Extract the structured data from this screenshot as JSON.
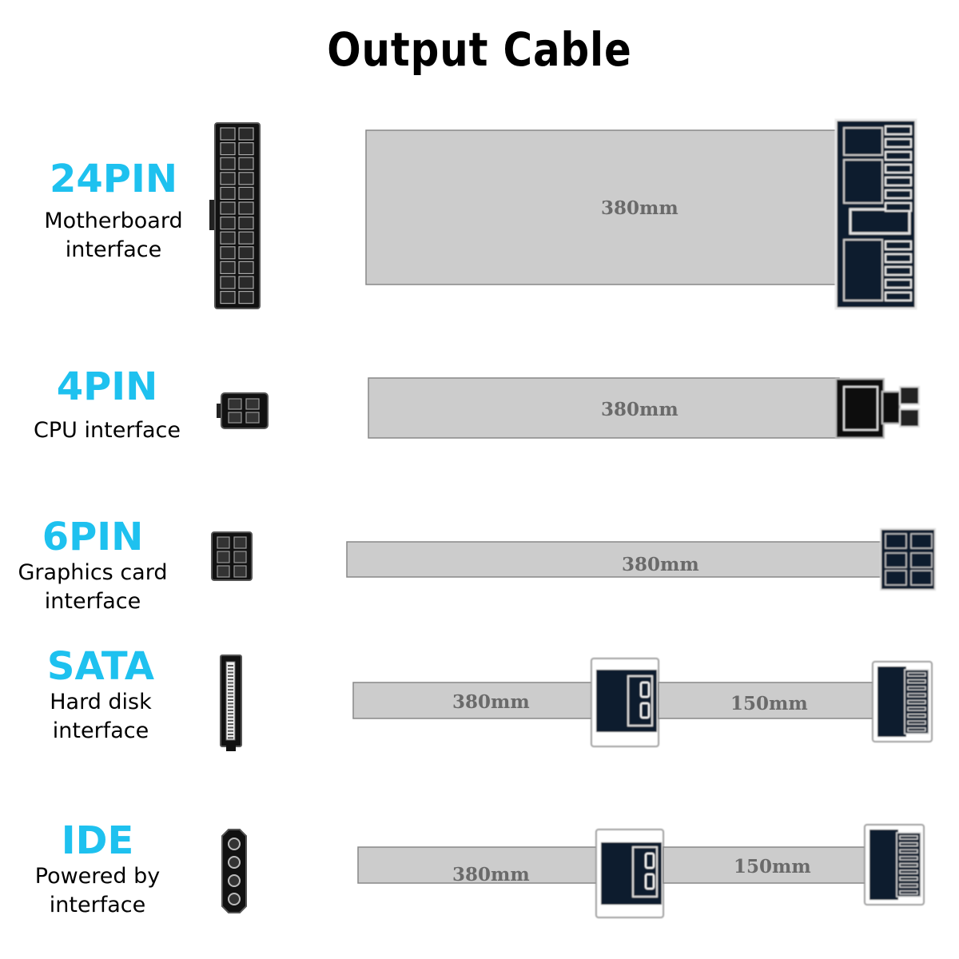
{
  "title": "Output  Cable",
  "colors": {
    "pin_name": "#1ec1ef",
    "cable": "#cccccc",
    "connector": "#0d1a2e"
  },
  "rows": [
    {
      "id": "24pin",
      "name": "24PIN",
      "description": "Motherboard\ninterface",
      "segments": [
        "380mm"
      ]
    },
    {
      "id": "4pin",
      "name": "4PIN",
      "description": "CPU interface",
      "segments": [
        "380mm"
      ]
    },
    {
      "id": "6pin",
      "name": "6PIN",
      "description": "Graphics card\ninterface",
      "segments": [
        "380mm"
      ]
    },
    {
      "id": "sata",
      "name": "SATA",
      "description": "Hard disk\ninterface",
      "segments": [
        "380mm",
        "150mm"
      ]
    },
    {
      "id": "ide",
      "name": "IDE",
      "description": "Powered by\ninterface",
      "segments": [
        "380mm",
        "150mm"
      ]
    }
  ]
}
